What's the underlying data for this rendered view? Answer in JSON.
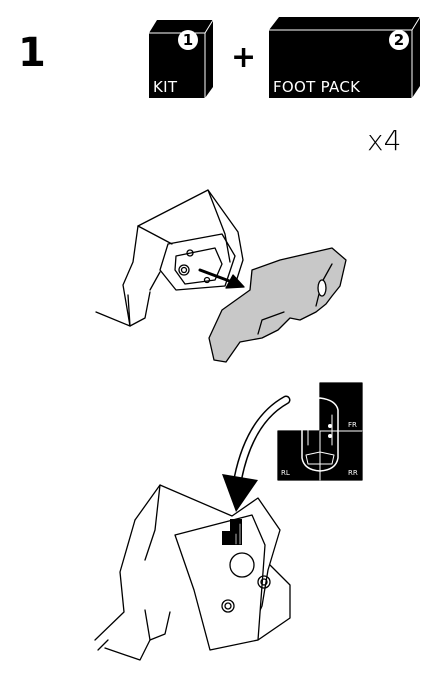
{
  "step": {
    "number": "1"
  },
  "kit_box": {
    "badge": "1",
    "label": "KIT"
  },
  "plus_sign": "+",
  "foot_pack_box": {
    "badge": "2",
    "label": "FOOT PACK"
  },
  "quantity": "x4",
  "quadrant_labels": {
    "front_right": "FR",
    "rear_left": "RL",
    "rear_right": "RR"
  },
  "colors": {
    "ink": "#000000",
    "pad_fill": "#c8c8c8",
    "paper": "#ffffff"
  }
}
